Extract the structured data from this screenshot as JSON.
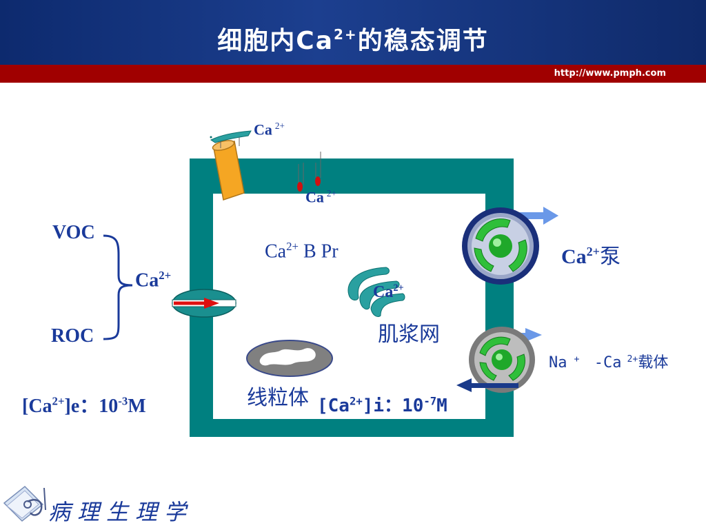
{
  "header": {
    "title_pre": "细胞内Ca",
    "title_sup": "2+",
    "title_post": "的稳态调节",
    "url": "http://www.pmph.com"
  },
  "labels": {
    "ca_top": "Ca",
    "ca_top_sup": "2+",
    "ca_mid": "Ca",
    "ca_mid_sup": "2+",
    "voc": "VOC",
    "roc": "ROC",
    "ca_left": "Ca",
    "ca_left_sup": "2+",
    "cabpr_ca": "Ca",
    "cabpr_sup": "2+",
    "cabpr_rest": " B Pr",
    "sr_ca": "Ca",
    "sr_sup": "2+",
    "sr_name": "肌浆网",
    "mito_name": "线粒体",
    "pump_ca": "Ca",
    "pump_sup": "2+",
    "pump_name": "泵",
    "na": "Na",
    "na_sup": "+",
    "naca_mid": " -Ca",
    "naca_sup": "2+",
    "naca_name": "载体",
    "ext_pre": "[Ca",
    "ext_sup": "2+",
    "ext_mid": "]e：10",
    "ext_sup2": "-3",
    "ext_post": "M",
    "int_pre": "[Ca",
    "int_sup": "2+",
    "int_mid": "]i：10",
    "int_sup2": "-7",
    "int_post": "M"
  },
  "footer": {
    "subject": "病理生理学"
  },
  "colors": {
    "membrane": "#008080",
    "channel_orange": "#f5a623",
    "pump_green": "#2fbf3a",
    "arrow_blue": "#6a98e8",
    "arrow_dark": "#1a3a8a",
    "mito_gray": "#808080",
    "text_blue": "#1a3a9a"
  }
}
